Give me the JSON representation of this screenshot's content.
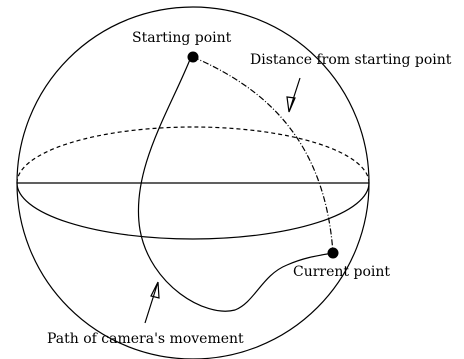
{
  "labels": {
    "starting_point": "Starting point",
    "distance": "Distance from starting point",
    "current_point": "Current point",
    "path": "Path of camera's movement"
  },
  "colors": {
    "ink": "#000000",
    "background": "#ffffff"
  }
}
